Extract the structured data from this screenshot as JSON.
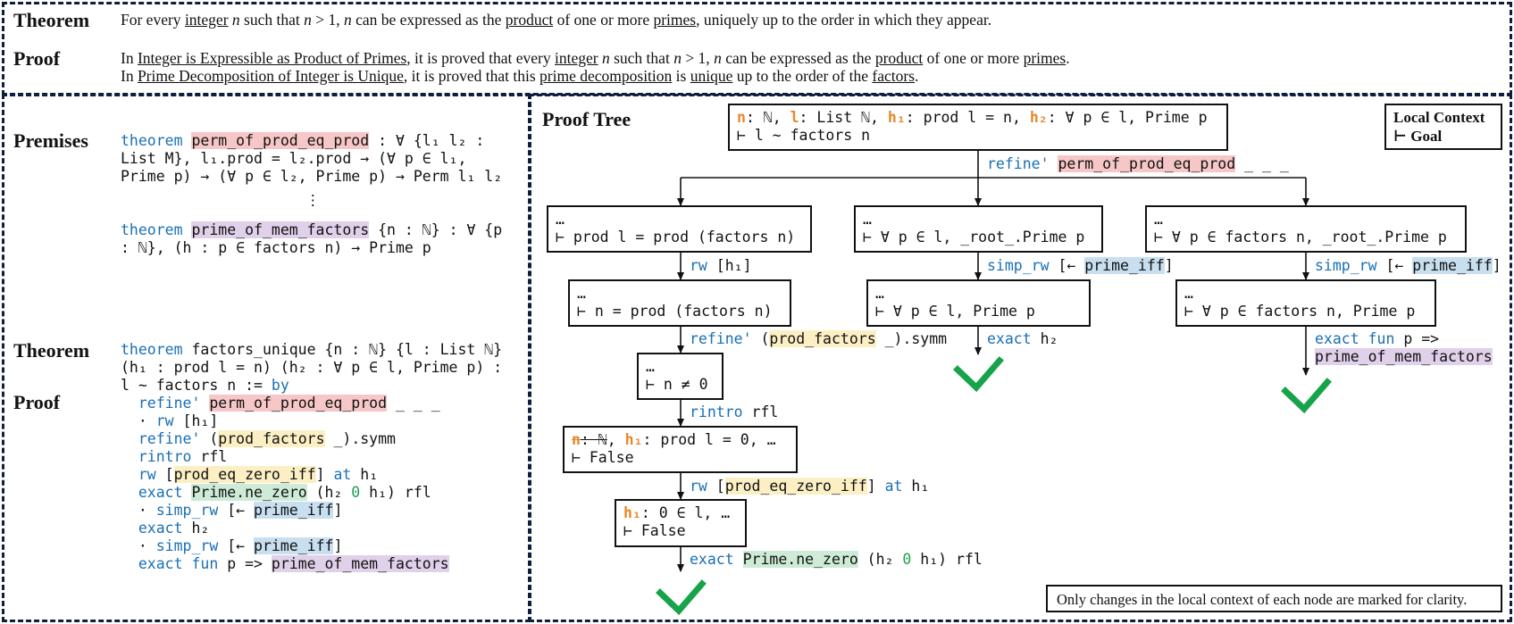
{
  "top": {
    "theorem_label": "Theorem",
    "theorem_text": [
      "For every ",
      "integer",
      " ",
      "n",
      " such that ",
      "n",
      " > 1, ",
      "n",
      " can be expressed as the ",
      "product",
      " of one or more ",
      "primes",
      ", uniquely up to the order in which they appear."
    ],
    "proof_label": "Proof",
    "proof_line1": [
      "In ",
      "Integer is Expressible as Product of Primes",
      ", it is proved that every ",
      "integer",
      " ",
      "n",
      " such that ",
      "n",
      " > 1, ",
      "n",
      " can be expressed as the ",
      "product",
      " of one or more ",
      "primes",
      "."
    ],
    "proof_line2": [
      "In ",
      "Prime Decomposition of Integer is Unique",
      ", it is proved that this ",
      "prime decomposition",
      " is ",
      "unique",
      " up to the order of the ",
      "factors",
      "."
    ]
  },
  "left": {
    "premises_label": "Premises",
    "p1": {
      "kw": "theorem",
      "name": "perm_of_prod_eq_prod",
      "l1": " : ∀ {l₁ l₂ :",
      "l2": "List M}, l₁.prod = l₂.prod → (∀ p ∈ l₁,",
      "l3": "Prime p) → (∀ p ∈ l₂, Prime p) → Perm l₁ l₂"
    },
    "ellipsis": "⋮",
    "p2": {
      "kw": "theorem",
      "name": "prime_of_mem_factors",
      "l1": " {n : ℕ} : ∀ {p",
      "l2": ": ℕ}, (h : p ∈ factors n) → Prime p"
    },
    "theorem_label": "Theorem",
    "proof_label": "Proof",
    "thm": {
      "kw": "theorem",
      "l1": " factors_unique {n : ℕ} {l : List ℕ}",
      "l2": "(h₁ : prod l = n) (h₂ : ∀ p ∈ l, Prime p) :",
      "l3": "l ~ factors n := ",
      "by": "by"
    },
    "proof": {
      "s1_kw": "refine'",
      "s1_name": "perm_of_prod_eq_prod",
      "s1_rest": " _ _ _",
      "s2_dot": "· ",
      "s2_kw": "rw",
      "s2_rest": " [h₁]",
      "s3_kw": "refine'",
      "s3_a": " (",
      "s3_name": "prod_factors",
      "s3_b": " _).symm",
      "s4_kw": "rintro",
      "s4_rest": " rfl",
      "s5_kw": "rw",
      "s5_a": " [",
      "s5_name": "prod_eq_zero_iff",
      "s5_b": "] ",
      "s5_at": "at",
      "s5_c": " h₁",
      "s6_kw": "exact",
      "s6_sp": " ",
      "s6_name": "Prime.ne_zero",
      "s6_a": " (h₂ ",
      "s6_num": "0",
      "s6_b": " h₁) rfl",
      "s7_dot": "· ",
      "s7_kw": "simp_rw",
      "s7_a": " [← ",
      "s7_name": "prime_iff",
      "s7_b": "]",
      "s8_kw": "exact",
      "s8_rest": " h₂",
      "s9_dot": "· ",
      "s9_kw": "simp_rw",
      "s9_a": " [← ",
      "s9_name": "prime_iff",
      "s9_b": "]",
      "s10_kw": "exact fun",
      "s10_a": " p => ",
      "s10_name": "prime_of_mem_factors"
    }
  },
  "tree": {
    "label": "Proof Tree",
    "legend_l1": "Local Context",
    "legend_l2": "⊢ Goal",
    "root": {
      "n": "n",
      "a": ": ℕ, ",
      "l": "l",
      "b": ": List ℕ, ",
      "h1": "h₁",
      "c": ": prod l = n, ",
      "h2": "h₂",
      "d": ": ∀ p ∈ l, Prime p",
      "goal": "⊢ l ~ factors n"
    },
    "t_root": {
      "kw": "refine'",
      "sp": " ",
      "name": "perm_of_prod_eq_prod",
      "rest": " _ _ _"
    },
    "n_a1": {
      "ctx": "…",
      "goal": "⊢ prod l = prod (factors n)"
    },
    "t_a1": {
      "kw": "rw",
      "rest": " [h₁]"
    },
    "n_a2": {
      "ctx": "…",
      "goal": "⊢ n = prod (factors n)"
    },
    "t_a2": {
      "kw": "refine'",
      "a": " (",
      "name": "prod_factors",
      "b": " _).symm"
    },
    "n_a3": {
      "ctx": "…",
      "goal": "⊢ n ≠ 0"
    },
    "t_a3": {
      "kw": "rintro",
      "rest": " rfl"
    },
    "n_a4": {
      "n": "n",
      "nt": ": ℕ",
      "sep": ", ",
      "h1": "h₁",
      "rest": ": prod l = 0, …",
      "goal": "⊢ False"
    },
    "t_a4": {
      "kw": "rw",
      "a": " [",
      "name": "prod_eq_zero_iff",
      "b": "] ",
      "at": "at",
      "c": " h₁"
    },
    "n_a5": {
      "h1": "h₁",
      "rest": ": 0 ∈ l, …",
      "goal": "⊢ False"
    },
    "t_a5": {
      "kw": "exact",
      "sp": " ",
      "name": "Prime.ne_zero",
      "a": " (h₂ ",
      "num": "0",
      "b": " h₁) rfl"
    },
    "n_b1": {
      "ctx": "…",
      "goal": "⊢ ∀ p ∈ l, _root_.Prime p"
    },
    "t_b1": {
      "kw": "simp_rw",
      "a": " [← ",
      "name": "prime_iff",
      "b": "]"
    },
    "n_b2": {
      "ctx": "…",
      "goal": "⊢ ∀ p ∈ l, Prime p"
    },
    "t_b2": {
      "kw": "exact",
      "rest": " h₂"
    },
    "n_c1": {
      "ctx": "…",
      "goal": "⊢ ∀ p ∈ factors n, _root_.Prime p"
    },
    "t_c1": {
      "kw": "simp_rw",
      "a": " [← ",
      "name": "prime_iff",
      "b": "]"
    },
    "n_c2": {
      "ctx": "…",
      "goal": "⊢ ∀ p ∈ factors n, Prime p"
    },
    "t_c2": {
      "kw": "exact fun",
      "a": " p =>",
      "name": "prime_of_mem_factors"
    },
    "note": "Only changes in the local context of each node are marked for clarity.",
    "check_color": "#17a34a"
  }
}
